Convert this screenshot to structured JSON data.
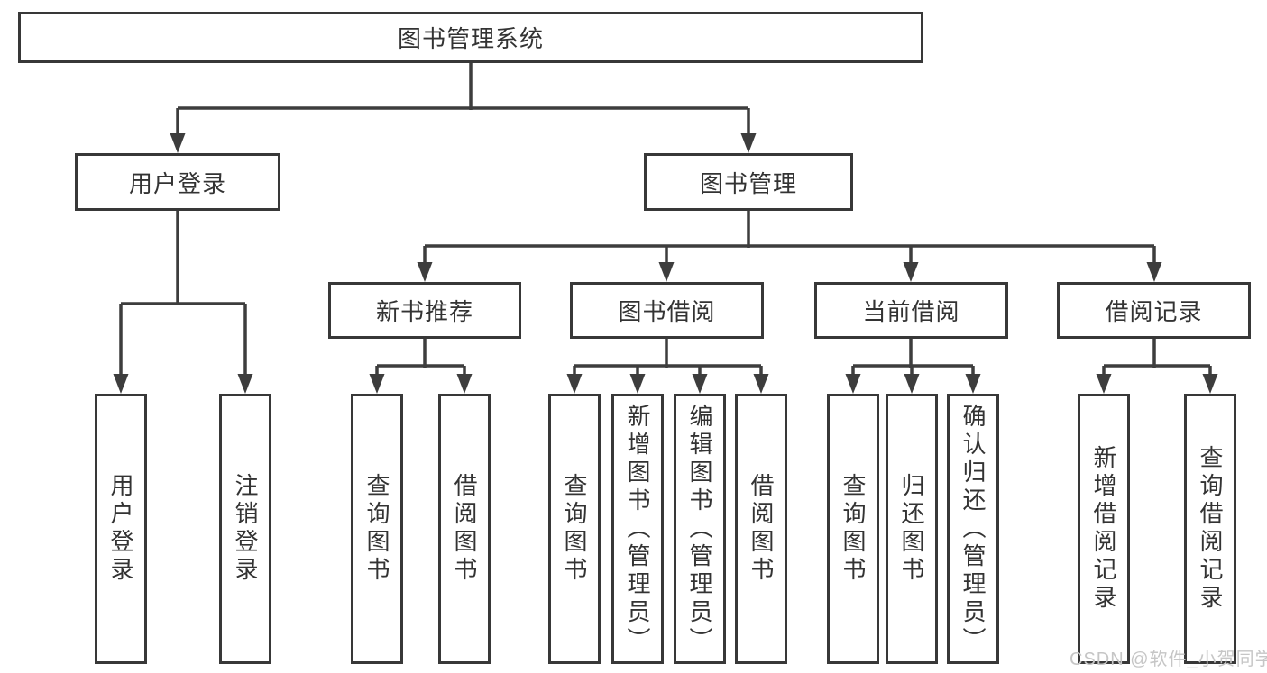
{
  "diagram": {
    "title": "图书管理系统",
    "branches": [
      {
        "label": "用户登录",
        "children": [
          {
            "label": "用户登录"
          },
          {
            "label": "注销登录"
          }
        ]
      },
      {
        "label": "图书管理",
        "children": [
          {
            "label": "新书推荐",
            "children": [
              {
                "label": "查询图书"
              },
              {
                "label": "借阅图书"
              }
            ]
          },
          {
            "label": "图书借阅",
            "children": [
              {
                "label": "查询图书"
              },
              {
                "label": "新增图书（管理员）"
              },
              {
                "label": "编辑图书（管理员）"
              },
              {
                "label": "借阅图书"
              }
            ]
          },
          {
            "label": "当前借阅",
            "children": [
              {
                "label": "查询图书"
              },
              {
                "label": "归还图书"
              },
              {
                "label": "确认归还（管理员）"
              }
            ]
          },
          {
            "label": "借阅记录",
            "children": [
              {
                "label": "新增借阅记录"
              },
              {
                "label": "查询借阅记录"
              }
            ]
          }
        ]
      }
    ]
  },
  "watermark": {
    "text": "CSDN @软件_小贺同学"
  },
  "colors": {
    "line": "#3d3d3d",
    "box_border": "#383838",
    "text": "#333333",
    "watermark": "#c6c6c6",
    "background": "#ffffff"
  }
}
